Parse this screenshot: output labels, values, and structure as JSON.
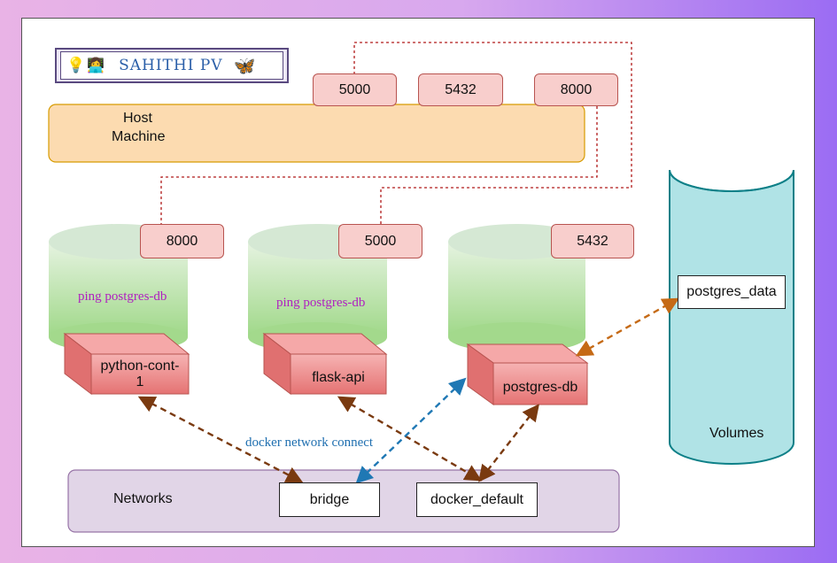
{
  "logo": {
    "text": "SAHITHI PV",
    "icons": [
      "lightbulb-person-icon",
      "butterfly-icon"
    ]
  },
  "host": {
    "label_line1": "Host",
    "label_line2": "Machine"
  },
  "host_ports": [
    "5000",
    "5432",
    "8000"
  ],
  "containers": [
    {
      "name": "python-cont-\n1",
      "port": "8000",
      "note": "ping postgres-db"
    },
    {
      "name": "flask-api",
      "port": "5000",
      "note": "ping postgres-db"
    },
    {
      "name": "postgres-db",
      "port": "5432",
      "note": ""
    }
  ],
  "volumes": {
    "label": "Volumes",
    "item": "postgres_data"
  },
  "networks": {
    "label": "Networks",
    "bridge": "bridge",
    "default": "docker_default",
    "connect_label": "docker network connect"
  },
  "colors": {
    "port_fill": "#f8cecc",
    "host_fill": "#fcdbb0",
    "container_top": "#d5e8d4",
    "container_body": "#a6dc8a",
    "cube": "#f08080",
    "volume_fill": "#b0e3e6",
    "volume_stroke": "#0e8088",
    "network_fill": "#e1d5e7",
    "arrow_brown": "#8a4a1a",
    "arrow_blue": "#1f78b4",
    "dotted": "#b01a1a"
  }
}
